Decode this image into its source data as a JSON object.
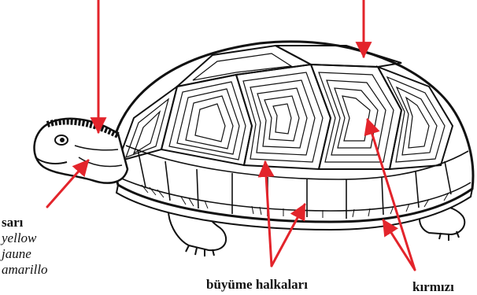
{
  "labels": {
    "color": {
      "tr": "sarı",
      "en": "yellow",
      "fr": "jaune",
      "es": "amarillo"
    },
    "growth_rings": "büyüme halkaları",
    "red_cut": "kırmızı"
  },
  "colors": {
    "arrow": "#e3242b",
    "ink": "#111111",
    "paper": "#ffffff"
  },
  "icons": [
    "tortoise-illustration",
    "arrow-icon"
  ]
}
